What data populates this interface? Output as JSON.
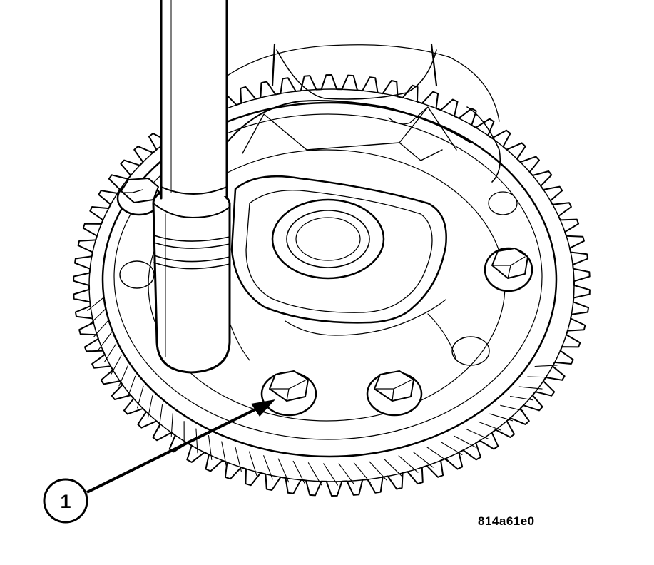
{
  "diagram": {
    "callouts": [
      {
        "number": "1"
      }
    ],
    "figure_id": "814a61e0",
    "colors": {
      "ink": "#000000",
      "paper": "#ffffff"
    },
    "icons": [
      "ring-gear",
      "differential-case",
      "bolt",
      "torque-wrench-shaft",
      "leader-arrow"
    ]
  }
}
